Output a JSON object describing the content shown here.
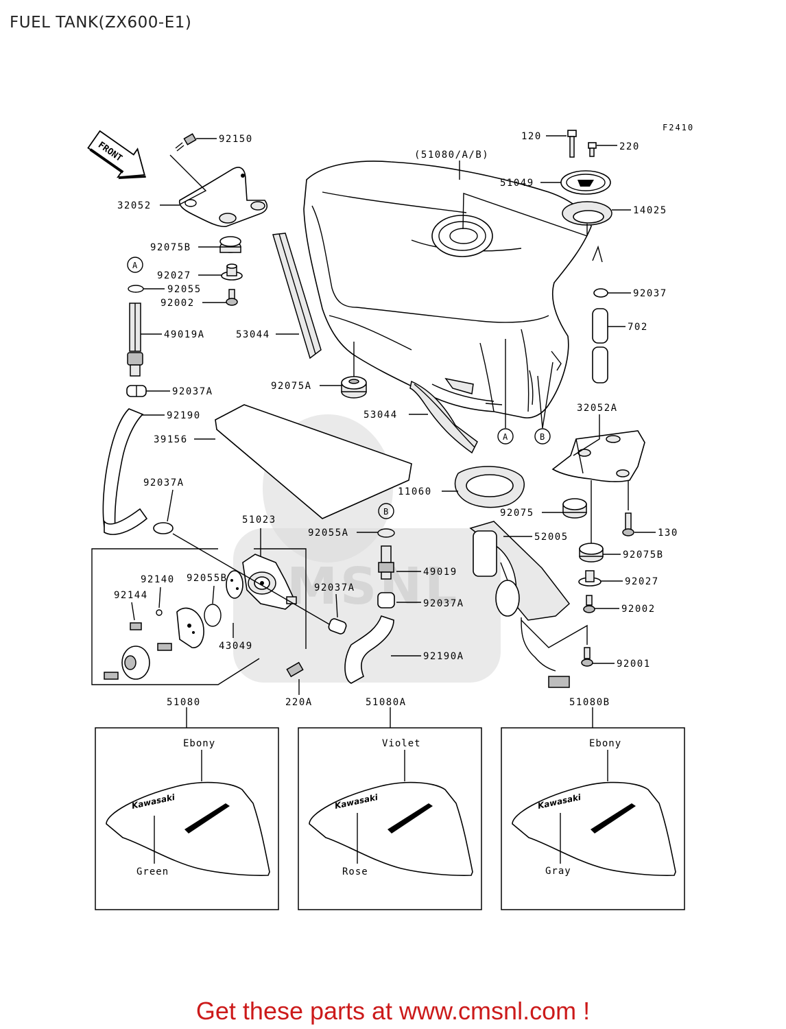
{
  "page_title": "FUEL TANK(ZX600-E1)",
  "figure_code": "F2410",
  "front_arrow_label": "FRONT",
  "watermark_text": "CMSNL",
  "footer": "Get these parts at www.cmsnl.com !",
  "markers": {
    "a": "A",
    "b": "B"
  },
  "parts": {
    "p92150": "92150",
    "p32052": "32052",
    "p92075B": "92075B",
    "p92027": "92027",
    "p92055": "92055",
    "p92002": "92002",
    "p49019A": "49019A",
    "p92037A": "92037A",
    "p92190": "92190",
    "p39156": "39156",
    "p53044_upper": "53044",
    "p53044_lower": "53044",
    "p92075A": "92075A",
    "p51080AB": "(51080/A/B)",
    "p120": "120",
    "p220": "220",
    "p51049": "51049",
    "p14025": "14025",
    "p92037": "92037",
    "p702": "702",
    "p32052A": "32052A",
    "p11060": "11060",
    "p92075": "92075",
    "p130": "130",
    "p92075B_r": "92075B",
    "p92027_r": "92027",
    "p92002_r": "92002",
    "p92001": "92001",
    "p52005": "52005",
    "p92055A": "92055A",
    "p49019": "49019",
    "p92037A_r": "92037A",
    "p92190A": "92190A",
    "p92037A_m": "92037A",
    "p92037A_l": "92037A",
    "p51023": "51023",
    "p92140": "92140",
    "p92055B": "92055B",
    "p92144": "92144",
    "p43049": "43049",
    "p220A": "220A"
  },
  "variants": [
    {
      "part": "51080",
      "top_color": "Ebony",
      "bottom_color": "Green",
      "brand": "Kawasaki"
    },
    {
      "part": "51080A",
      "top_color": "Violet",
      "bottom_color": "Rose",
      "brand": "Kawasaki"
    },
    {
      "part": "51080B",
      "top_color": "Ebony",
      "bottom_color": "Gray",
      "brand": "Kawasaki"
    }
  ],
  "colors": {
    "footer": "#cc1a1a",
    "line": "#000000",
    "watermark": "#d8d8d8"
  }
}
